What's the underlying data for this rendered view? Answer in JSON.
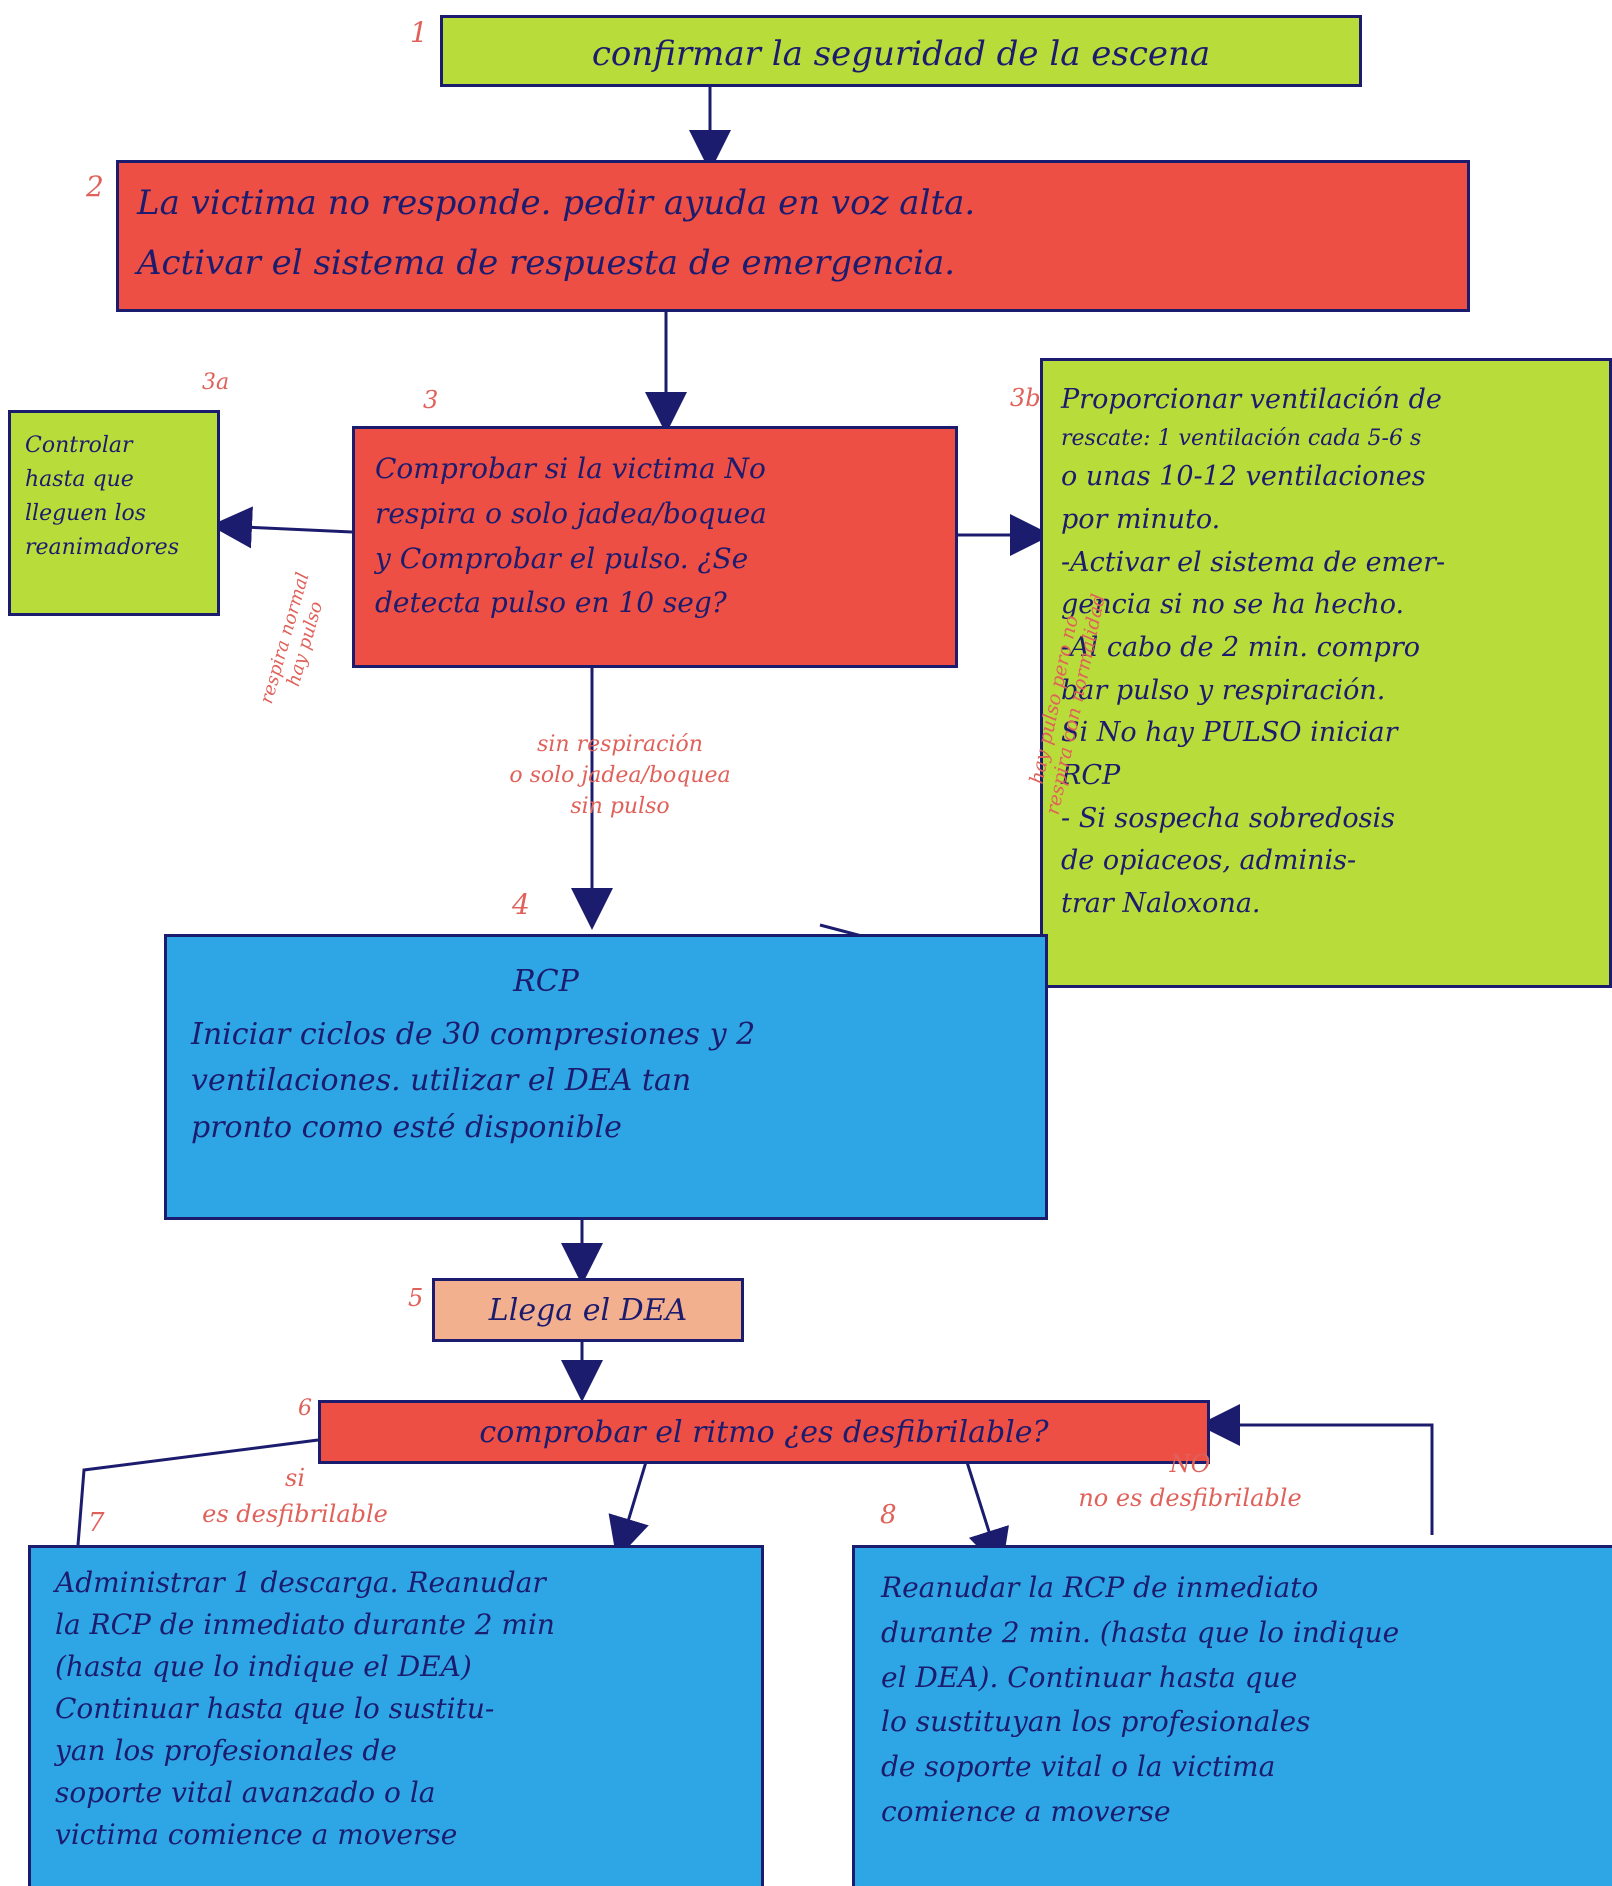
{
  "steps": {
    "n1": "1",
    "s1": "confirmar la seguridad de la escena",
    "n2": "2",
    "s2_line1": "La victima no responde. pedir ayuda en voz alta.",
    "s2_line2": "Activar el sistema de respuesta de emergencia.",
    "n3": "3",
    "s3_lines": [
      "Comprobar si la victima No",
      "respira o solo jadea/boquea",
      "y Comprobar el pulso. ¿Se",
      "detecta pulso en 10 seg?"
    ],
    "n3a": "3a",
    "s3a_lines": [
      "Controlar",
      "hasta que",
      "lleguen los",
      "reanimadores"
    ],
    "n3b": "3b",
    "s3b_lines": [
      "Proporcionar ventilación de",
      "rescate: 1 ventilación cada 5-6 s",
      "o unas 10-12 ventilaciones",
      "por minuto.",
      "-Activar el sistema de emer-",
      "gencia si no se ha hecho.",
      "-Al cabo de 2 min. compro",
      "bar pulso y respiración.",
      "Si No hay PULSO iniciar",
      "RCP",
      "- Si sospecha sobredosis",
      "de opiaceos, adminis-",
      "trar Naloxona."
    ],
    "n4": "4",
    "s4_title": "RCP",
    "s4_lines": [
      "Iniciar ciclos de 30 compresiones y 2",
      "ventilaciones. utilizar el DEA tan",
      "pronto como esté disponible"
    ],
    "n5": "5",
    "s5": "Llega el DEA",
    "n6": "6",
    "s6": "comprobar el ritmo ¿es desfibrilable?",
    "n7": "7",
    "s7_lines": [
      "Administrar 1 descarga. Reanudar",
      "la RCP de inmediato durante 2 min",
      "(hasta que lo indique el DEA)",
      "Continuar hasta que lo sustitu-",
      "yan los profesionales de",
      "soporte vital avanzado o la",
      "victima comience a moverse"
    ],
    "n8": "8",
    "s8_lines": [
      "Reanudar la RCP de inmediato",
      "durante 2 min. (hasta que lo indique",
      "el DEA). Continuar hasta que",
      "lo sustituyan los profesionales",
      "de soporte vital o la victima",
      "comience a moverse"
    ]
  },
  "labels": {
    "left_branch": [
      "respira normal",
      "hay pulso"
    ],
    "right_branch": [
      "hay pulso pero no",
      "respira con normalidad"
    ],
    "down_branch": [
      "sin respiración",
      "o solo jadea/boquea",
      "sin pulso"
    ],
    "yes_branch": [
      "si",
      "es desfibrilable"
    ],
    "no_branch": [
      "NO",
      "no es desfibrilable"
    ]
  },
  "colors": {
    "green": "#b8dc3a",
    "red": "#ee4f45",
    "salmon": "#f3b08e",
    "blue": "#2ea6e6",
    "ink": "#1c1c6e",
    "annotation": "#e0615a"
  }
}
